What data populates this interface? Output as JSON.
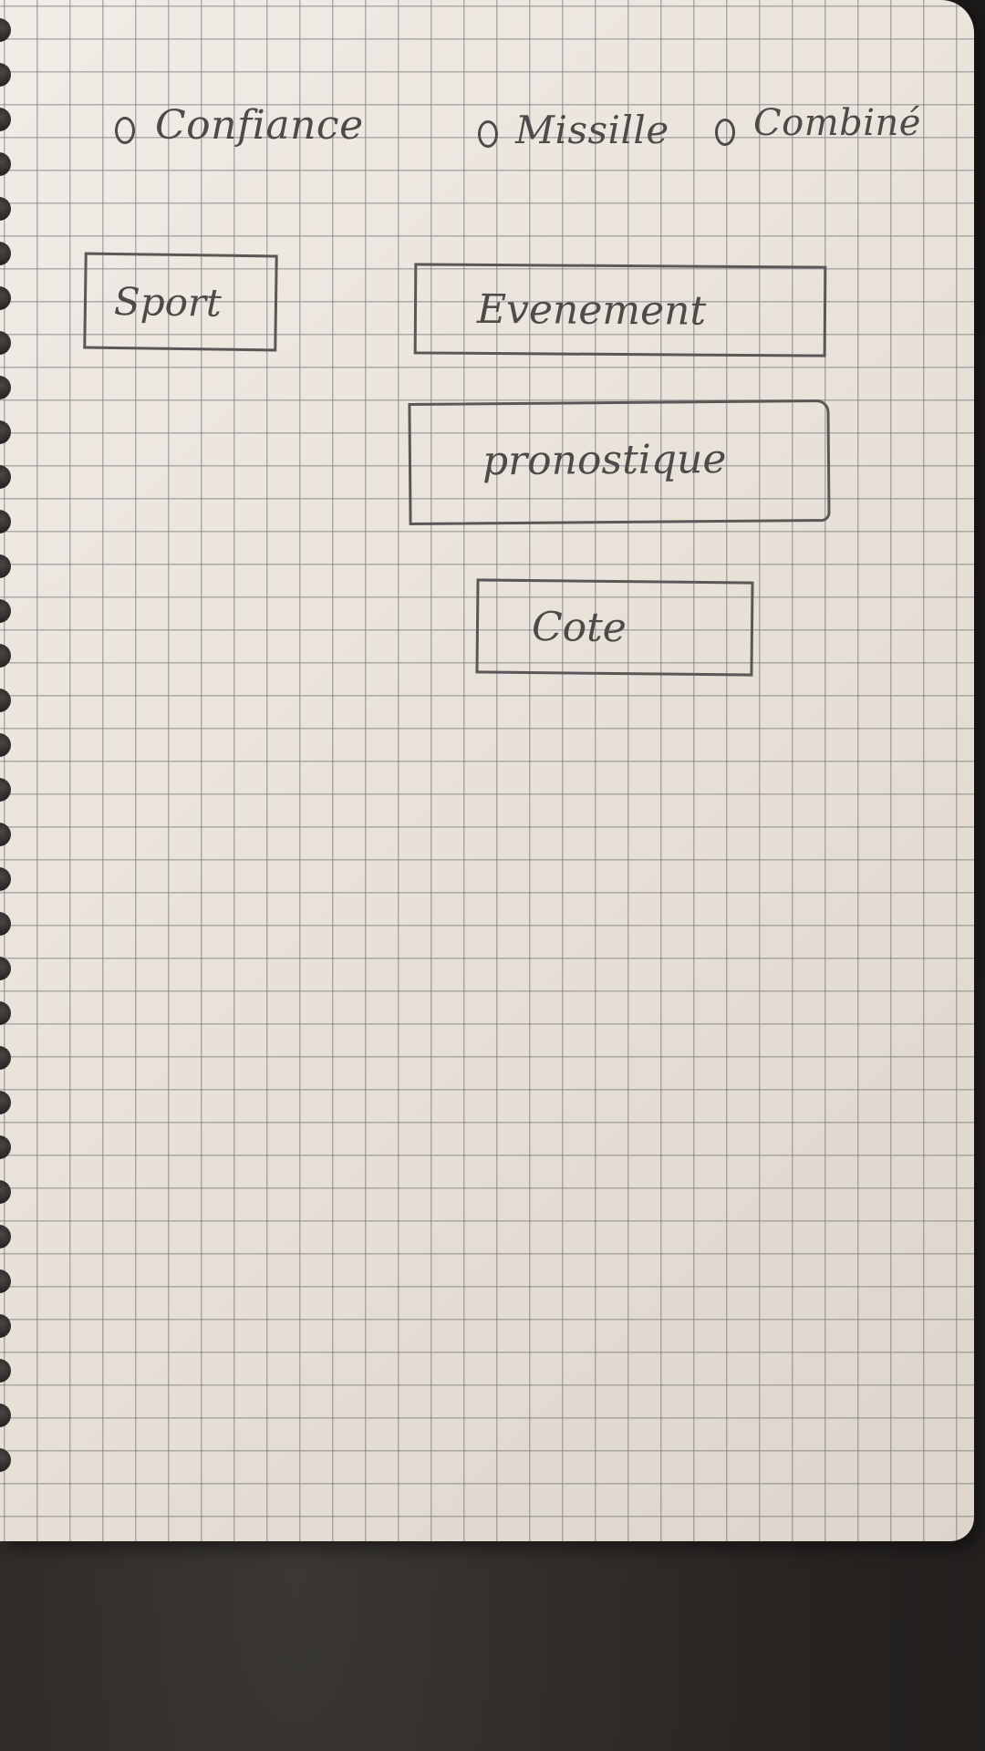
{
  "options": [
    {
      "label": "Confiance"
    },
    {
      "label": "Missille"
    },
    {
      "label": "Combiné"
    }
  ],
  "fields": {
    "sport": {
      "label": "Sport"
    },
    "evenement": {
      "label": "Evenement"
    },
    "pronostique": {
      "label": "pronostique"
    },
    "cote": {
      "label": "Cote"
    }
  }
}
